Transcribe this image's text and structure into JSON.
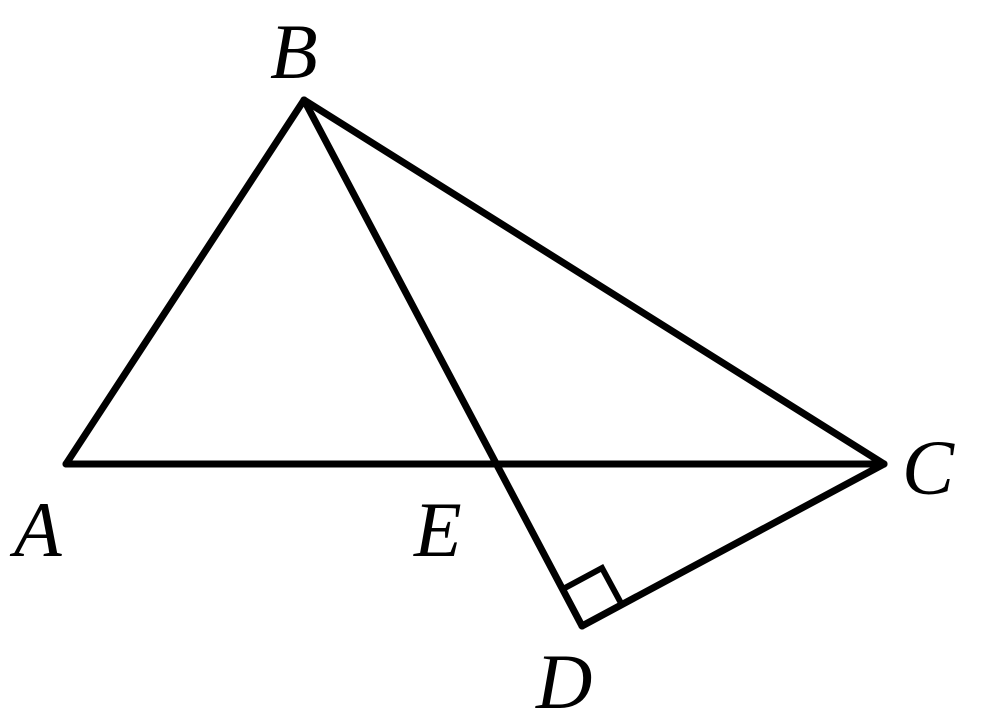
{
  "diagram": {
    "labels": {
      "A": "A",
      "B": "B",
      "C": "C",
      "D": "D",
      "E": "E"
    },
    "segments": [
      "AB",
      "BC",
      "AC",
      "BD",
      "CD"
    ],
    "right_angle_at": "D",
    "stroke_color": "#000000",
    "background_color": "#ffffff"
  }
}
